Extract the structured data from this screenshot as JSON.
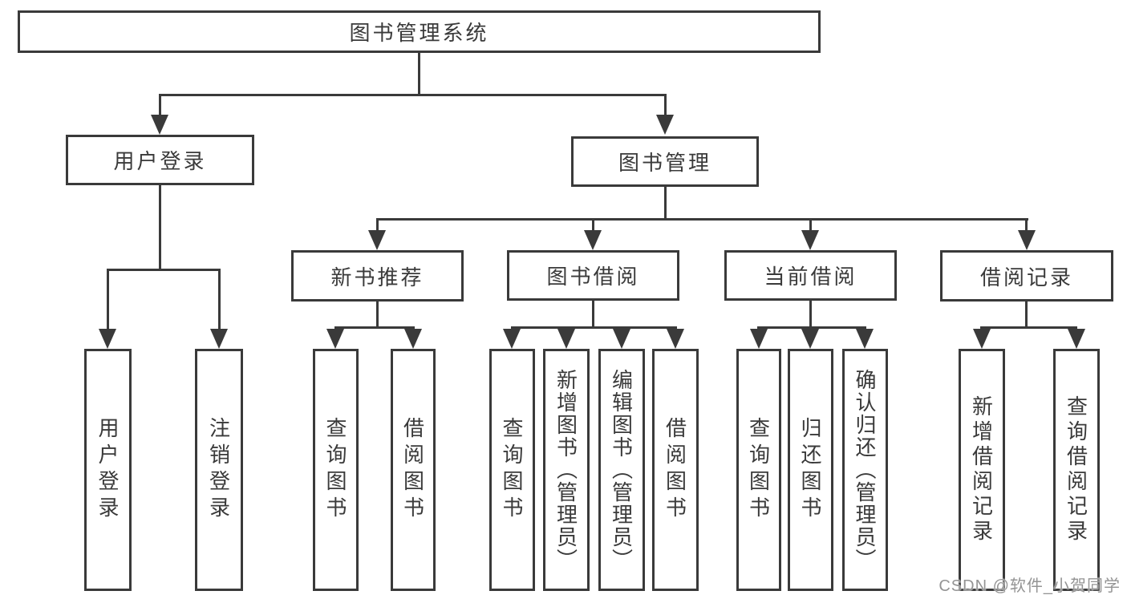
{
  "tree": {
    "label": "图书管理系统",
    "children": [
      {
        "label": "用户登录",
        "children": [
          {
            "label": "用户登录"
          },
          {
            "label": "注销登录"
          }
        ]
      },
      {
        "label": "图书管理",
        "children": [
          {
            "label": "新书推荐",
            "children": [
              {
                "label": "查询图书"
              },
              {
                "label": "借阅图书"
              }
            ]
          },
          {
            "label": "图书借阅",
            "children": [
              {
                "label": "查询图书"
              },
              {
                "label": "新增图书（管理员）"
              },
              {
                "label": "编辑图书（管理员）"
              },
              {
                "label": "借阅图书"
              }
            ]
          },
          {
            "label": "当前借阅",
            "children": [
              {
                "label": "查询图书"
              },
              {
                "label": "归还图书"
              },
              {
                "label": "确认归还（管理员）"
              }
            ]
          },
          {
            "label": "借阅记录",
            "children": [
              {
                "label": "新增借阅记录"
              },
              {
                "label": "查询借阅记录"
              }
            ]
          }
        ]
      }
    ]
  },
  "watermark": {
    "text": "CSDN @软件_小贺同学"
  },
  "colors": {
    "stroke": "#3a3a3a",
    "text": "#3a3a3a",
    "watermark": "#949494",
    "background": "#ffffff"
  }
}
